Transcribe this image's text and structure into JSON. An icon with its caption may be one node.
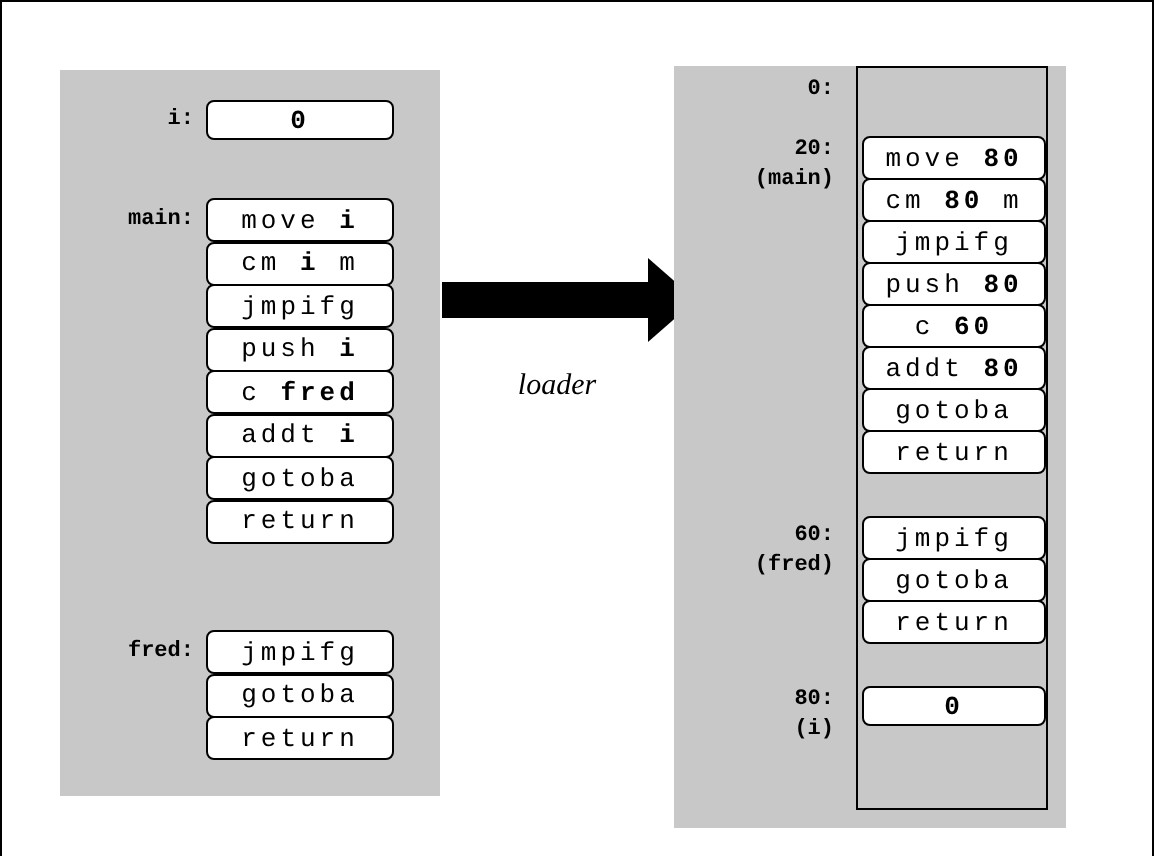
{
  "diagram": {
    "nodes": [
      {
        "text": [],
        "shape": "box"
      },
      {
        "text": [
          "0"
        ],
        "in": 0,
        "beside": [
          "i:"
        ]
      },
      {
        "text": [
          "move **i**"
        ],
        "in": 0,
        "beside": [
          "main:"
        ]
      },
      {
        "text": [
          "cm **i** m"
        ],
        "in": 0
      },
      {
        "text": [
          "jmpifg"
        ],
        "in": 0
      },
      {
        "text": [
          "push **i**"
        ],
        "in": 0
      },
      {
        "text": [
          "c **fred**"
        ],
        "in": 0
      },
      {
        "text": [
          "addt **i**"
        ],
        "in": 0
      },
      {
        "text": [
          "gotoba"
        ],
        "in": 0
      },
      {
        "text": [
          "return"
        ],
        "in": 0
      },
      {
        "text": [
          "jmpifg"
        ],
        "in": 0,
        "beside": [
          "fred:"
        ]
      },
      {
        "text": [
          "gotoba"
        ],
        "in": 0
      },
      {
        "text": [
          "return"
        ],
        "in": 0
      },
      {
        "text": [],
        "shape": "box"
      },
      {
        "text": [],
        "shape": "box",
        "in": 13
      },
      {
        "text": [
          "move **80**"
        ],
        "in": 14,
        "beside": [
          "20: (main)"
        ]
      },
      {
        "text": [
          "cm **80** m"
        ],
        "in": 14
      },
      {
        "text": [
          "jmpifg"
        ],
        "in": 14
      },
      {
        "text": [
          "push **80**"
        ],
        "in": 14
      },
      {
        "text": [
          "c **60**"
        ],
        "in": 14
      },
      {
        "text": [
          "addt **80**"
        ],
        "in": 14
      },
      {
        "text": [
          "gotoba"
        ],
        "in": 14
      },
      {
        "text": [
          "return"
        ],
        "in": 14
      },
      {
        "text": [
          "jmpifg"
        ],
        "in": 14,
        "beside": [
          "60: (fred)"
        ]
      },
      {
        "text": [
          "gotoba"
        ],
        "in": 14
      },
      {
        "text": [
          "return"
        ],
        "in": 14
      },
      {
        "text": [
          "0"
        ],
        "in": 14,
        "beside": [
          "80: (i)"
        ]
      }
    ],
    "edges": [
      {
        "from": 0,
        "to": 13,
        "arrow": "to",
        "label": "loader"
      }
    ],
    "labels": [
      "0:"
    ]
  }
}
